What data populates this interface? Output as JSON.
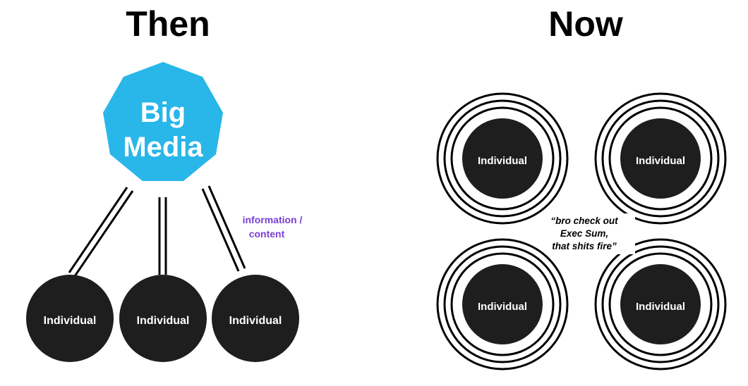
{
  "then": {
    "title": "Then",
    "hub": {
      "line1": "Big",
      "line2": "Media",
      "color": "#29b6e9"
    },
    "individuals": [
      "Individual",
      "Individual",
      "Individual"
    ],
    "edge_label": {
      "line1": "information /",
      "line2": "content",
      "color": "#7b3fd4"
    }
  },
  "now": {
    "title": "Now",
    "individuals": [
      "Individual",
      "Individual",
      "Individual",
      "Individual"
    ],
    "quote": {
      "line1": "“bro check out",
      "line2": "Exec Sum,",
      "line3": "that shits fire”"
    }
  },
  "colors": {
    "node_fill": "#1e1e1e",
    "node_text": "#ffffff",
    "ring_stroke": "#000000"
  }
}
